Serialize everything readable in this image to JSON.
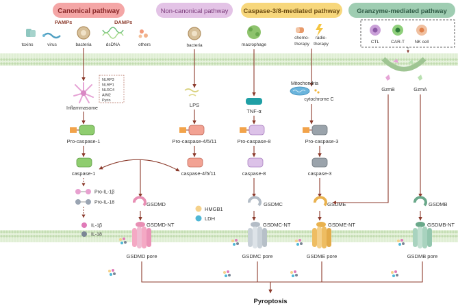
{
  "headers": {
    "canonical": "Canonical pathway",
    "non_canonical": "Non-canonical pathway",
    "caspase38": "Caspase-3/8-mediated pathway",
    "granzyme": "Granzyme-mediated pathway"
  },
  "canonical": {
    "pamps": "PAMPs",
    "damps": "DAMPs",
    "toxins": "toxins",
    "virus": "virus",
    "bacteria": "bacteria",
    "dsdna": "dsDNA",
    "others": "others",
    "inflammasome_list": [
      "NLRP3",
      "NLRP1",
      "NLRC4",
      "AIM2",
      "Pyrin"
    ],
    "inflammasome": "Inflammasome",
    "pro_caspase1": "Pro-caspase-1",
    "caspase1": "caspase-1",
    "pro_il1b": "Pro-IL-1β",
    "pro_il18": "Pro-IL-18",
    "il1b": "IL-1β",
    "il18": "IL-18",
    "gsdmd": "GSDMD",
    "gsdmd_nt": "GSDMD-NT",
    "gsdmd_pore": "GSDMD pore"
  },
  "non_canonical": {
    "bacteria": "bacteria",
    "lps": "LPS",
    "pro_caspase4511": "Pro-caspase-4/5/11",
    "caspase4511": "caspase-4/5/11",
    "hmgb1": "HMGB1",
    "ldh": "LDH"
  },
  "caspase38": {
    "macrophage": "macrophage",
    "chemo": [
      "chemo-",
      "therapy"
    ],
    "radio": [
      "radio-",
      "therapy"
    ],
    "mitochondria": "Mitochondria",
    "cytochrome": "cytochrome C",
    "tnf": "TNF-α",
    "pro_caspase8": "Pro-caspase-8",
    "caspase8": "caspase-8",
    "gsdmc": "GSDMC",
    "gsdmc_nt": "GSDMC-NT",
    "gsdmc_pore": "GSDMC pore",
    "pro_caspase3": "Pro-caspase-3",
    "caspase3": "caspase-3",
    "gsdme": "GSDME",
    "gsdme_nt": "GSDME-NT",
    "gsdme_pore": "GSDME pore"
  },
  "granzyme": {
    "ctl": "CTL",
    "cart": "CAR-T",
    "nk": "NK cell",
    "gzmb": "GzmB",
    "gzma": "GzmA",
    "gsdmb": "GSDMB",
    "gsdmb_nt": "GSDMB-NT",
    "gsdmb_pore": "GSDMB pore"
  },
  "outcome": "Pyroptosis",
  "colors": {
    "arrow": "#8b3a2b",
    "canonical_bg": "#f4a6a6",
    "non_canonical_bg": "#e3c3e6",
    "caspase_bg": "#f7d77c",
    "granzyme_bg": "#9fcdb2",
    "membrane": "#d7ebcb",
    "gsdmd": "#f4a9c4",
    "gsdmc": "#c9d1d8",
    "gsdme": "#eebd62",
    "gsdmb": "#a9d3bf"
  }
}
